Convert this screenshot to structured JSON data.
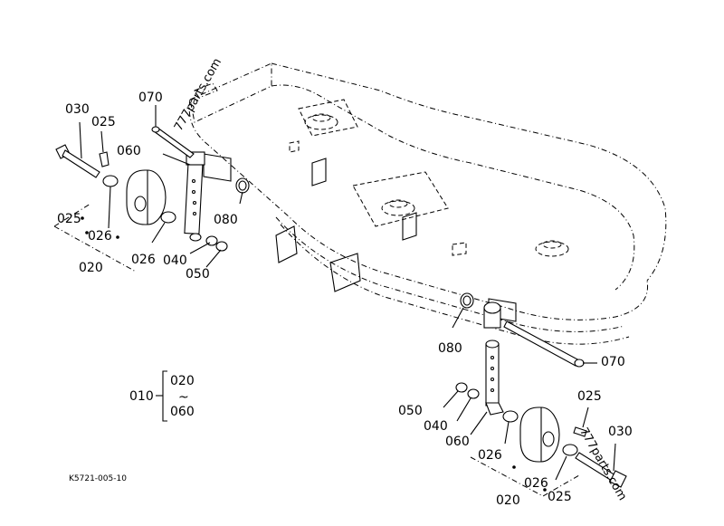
{
  "figure_code": "K5721-005-10",
  "watermark": "777parts.com",
  "callouts": {
    "left": {
      "p070": "070",
      "p030": "030",
      "p025": "025",
      "p060": "060",
      "p080": "080",
      "p025_dot": "025",
      "p026a": "026",
      "p026b": "026",
      "p040": "040",
      "p050": "050",
      "p020": "020"
    },
    "right": {
      "p080": "080",
      "p070": "070",
      "p025": "025",
      "p030": "030",
      "p050": "050",
      "p040": "040",
      "p060": "060",
      "p026a": "026",
      "p026b": "026",
      "p020": "020",
      "p025_dot": "025"
    },
    "assembly": {
      "main": "010",
      "from": "020",
      "tilde": "~",
      "to": "060"
    }
  }
}
